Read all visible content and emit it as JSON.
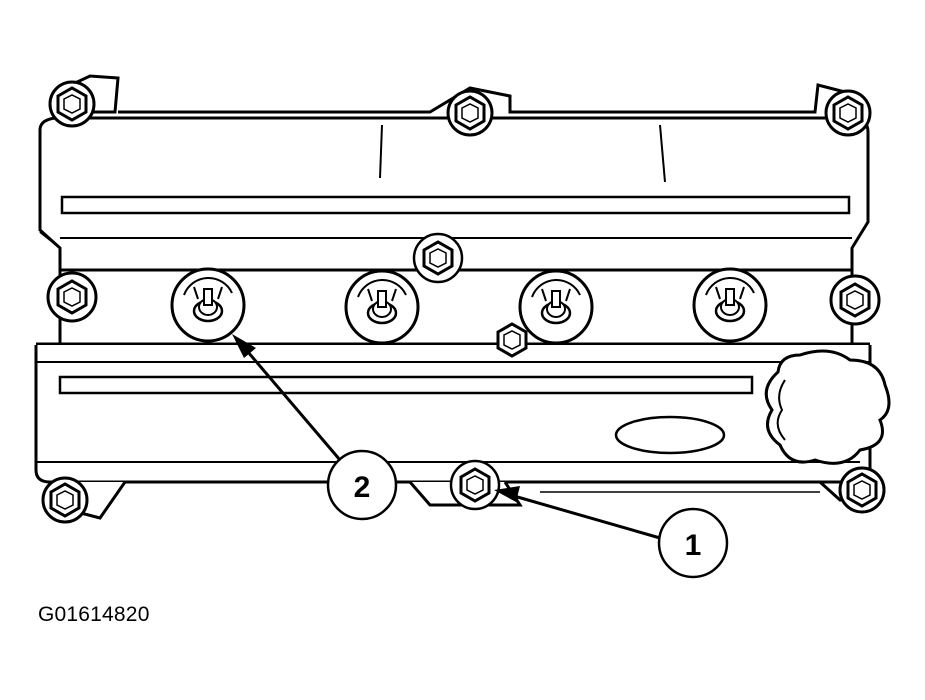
{
  "diagram": {
    "callouts": [
      {
        "number": "1",
        "part": "cover-bolt"
      },
      {
        "number": "2",
        "part": "spark-plug"
      }
    ],
    "figure_id": "G01614820"
  }
}
